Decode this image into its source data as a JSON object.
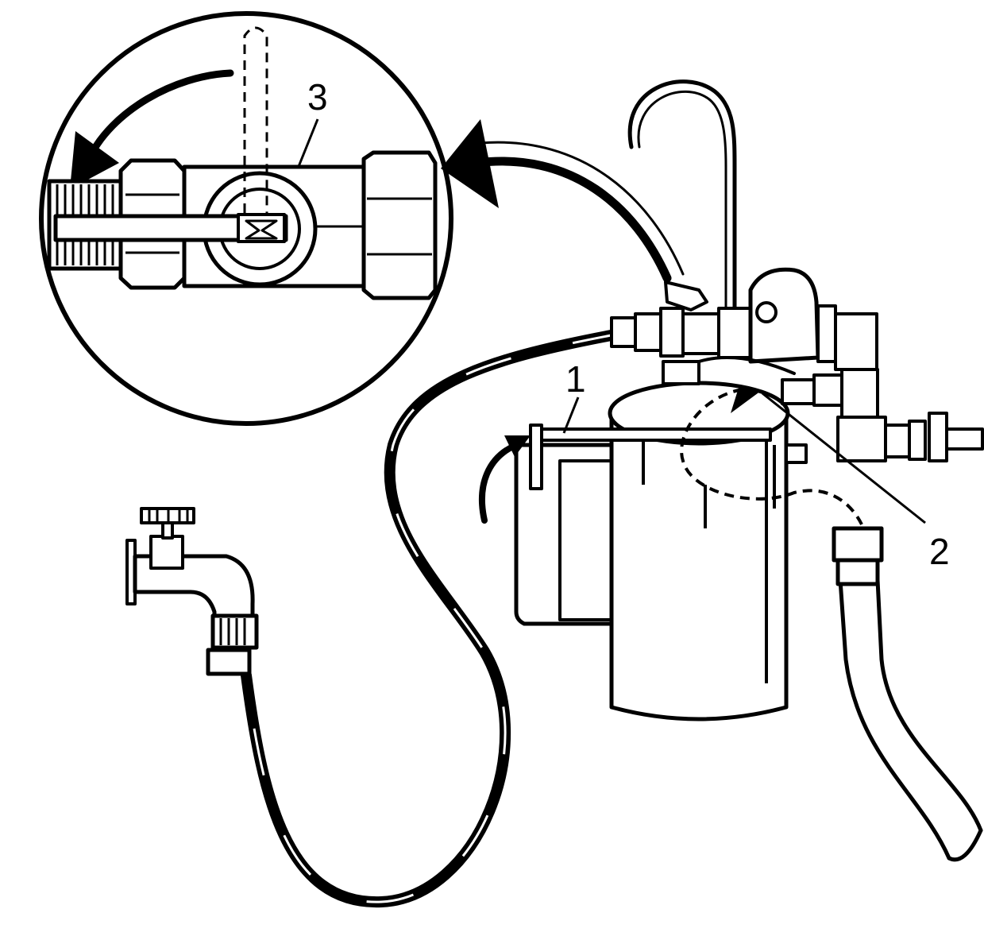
{
  "figure": {
    "callouts": [
      {
        "id": "1",
        "text": "1"
      },
      {
        "id": "2",
        "text": "2"
      },
      {
        "id": "3",
        "text": "3"
      }
    ],
    "colors": {
      "ink": "#000000",
      "paper": "#ffffff"
    }
  }
}
